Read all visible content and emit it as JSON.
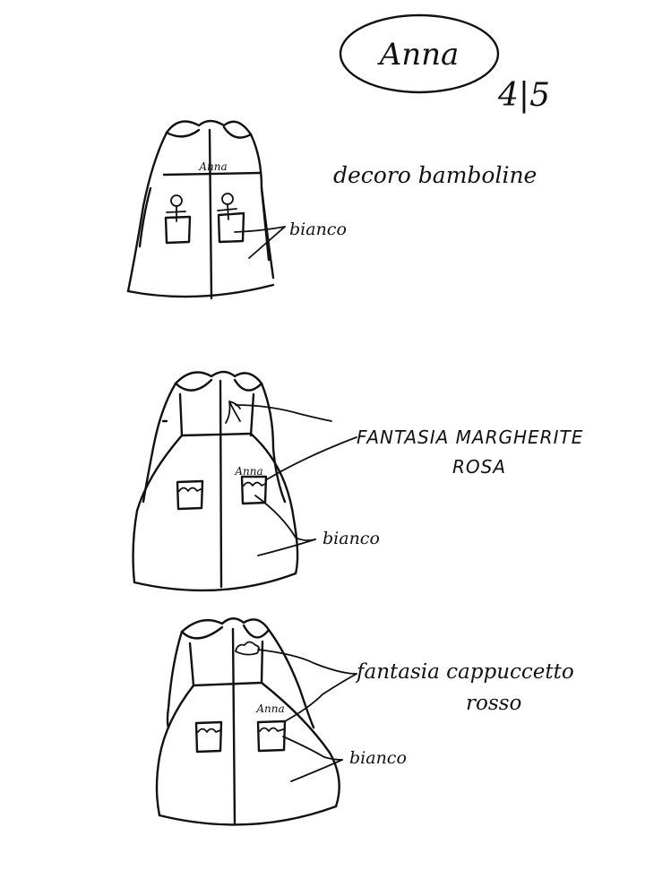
{
  "header": {
    "name": "Anna",
    "page": "4|5"
  },
  "sketches": [
    {
      "label": "decoro bamboline",
      "pocket_text": "Anna",
      "color_note": "bianco"
    },
    {
      "label_line1": "FANTASIA MARGHERITE",
      "label_line2": "ROSA",
      "pocket_text": "Anna",
      "color_note": "bianco"
    },
    {
      "label_line1": "fantasia cappuccetto",
      "label_line2": "rosso",
      "pocket_text": "Anna",
      "color_note": "bianco"
    }
  ],
  "colors": {
    "ink": "#111111",
    "paper": "#ffffff"
  }
}
